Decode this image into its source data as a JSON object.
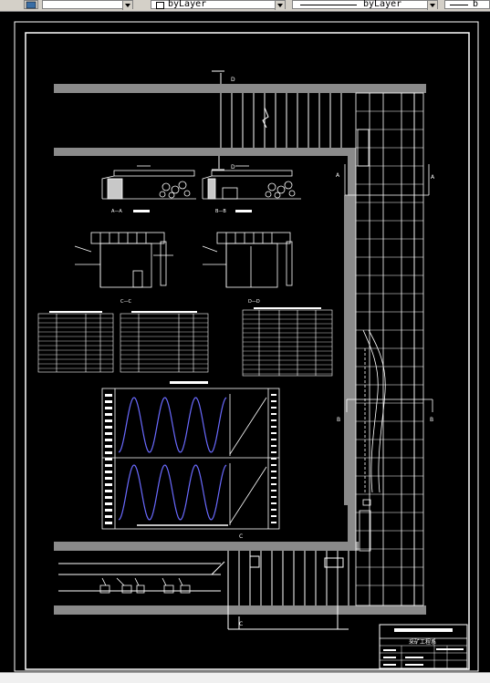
{
  "toolbar": {
    "linetype_label": "byLayer",
    "lineweight_label": "byLayer",
    "color_label": "b"
  },
  "drawing": {
    "title_block_title": "采矿工程系",
    "marker_D": "D",
    "marker_A": "A",
    "marker_B": "B",
    "marker_C": "C",
    "section_AA": "A—A",
    "section_BB": "B—B",
    "section_CC": "C—C",
    "section_DD": "D—D"
  }
}
